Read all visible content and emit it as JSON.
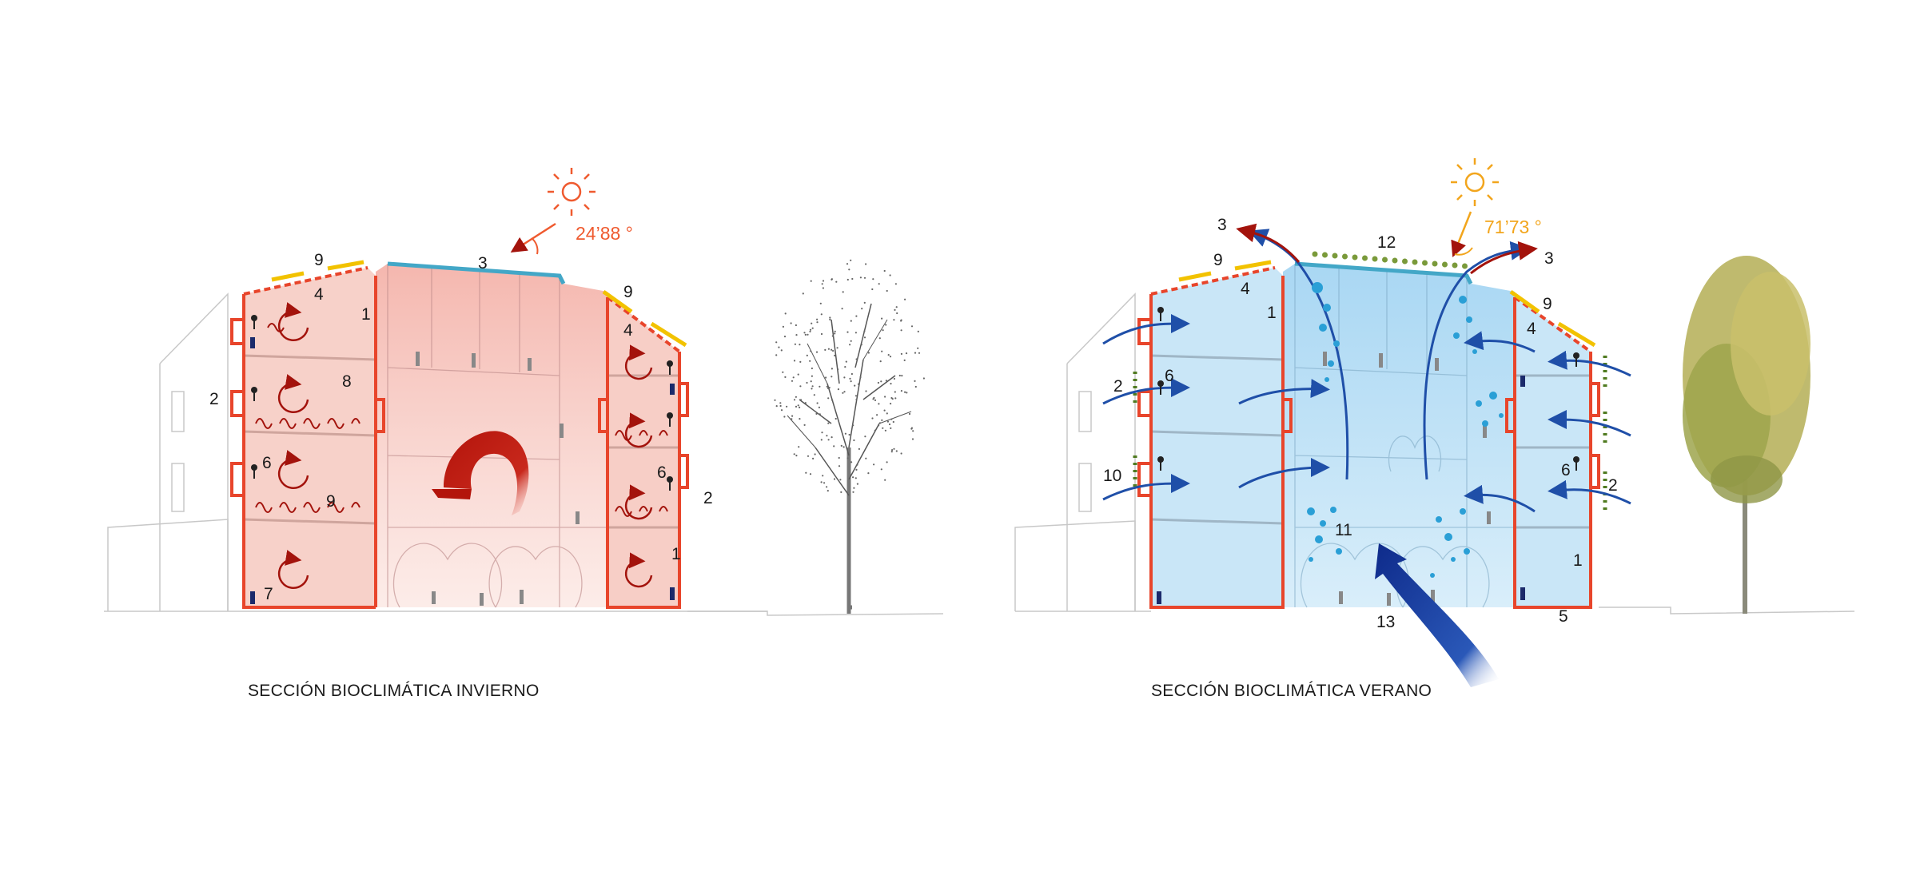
{
  "winter": {
    "caption": "SECCIÓN BIOCLIMÁTICA INVIERNO",
    "sun_angle": "24’88 °",
    "labels": [
      "9",
      "3",
      "9",
      "4",
      "4",
      "1",
      "2",
      "8",
      "6",
      "9",
      "6",
      "2",
      "1",
      "7"
    ],
    "colors": {
      "wall": "#e8452b",
      "fill": "#f6c9c0",
      "arrow": "#a3130c",
      "sun": "#ef5a2f"
    }
  },
  "summer": {
    "caption": "SECCIÓN BIOCLIMÁTICA VERANO",
    "sun_angle": "71’73 °",
    "labels": [
      "3",
      "12",
      "3",
      "9",
      "4",
      "1",
      "9",
      "4",
      "2",
      "6",
      "10",
      "11",
      "6",
      "2",
      "1",
      "13",
      "5"
    ],
    "colors": {
      "wall": "#e8452b",
      "fill": "#c9e6f7",
      "arrow": "#1f4fa8",
      "sun": "#f2a51c",
      "dots": "#2a9fd6"
    }
  }
}
